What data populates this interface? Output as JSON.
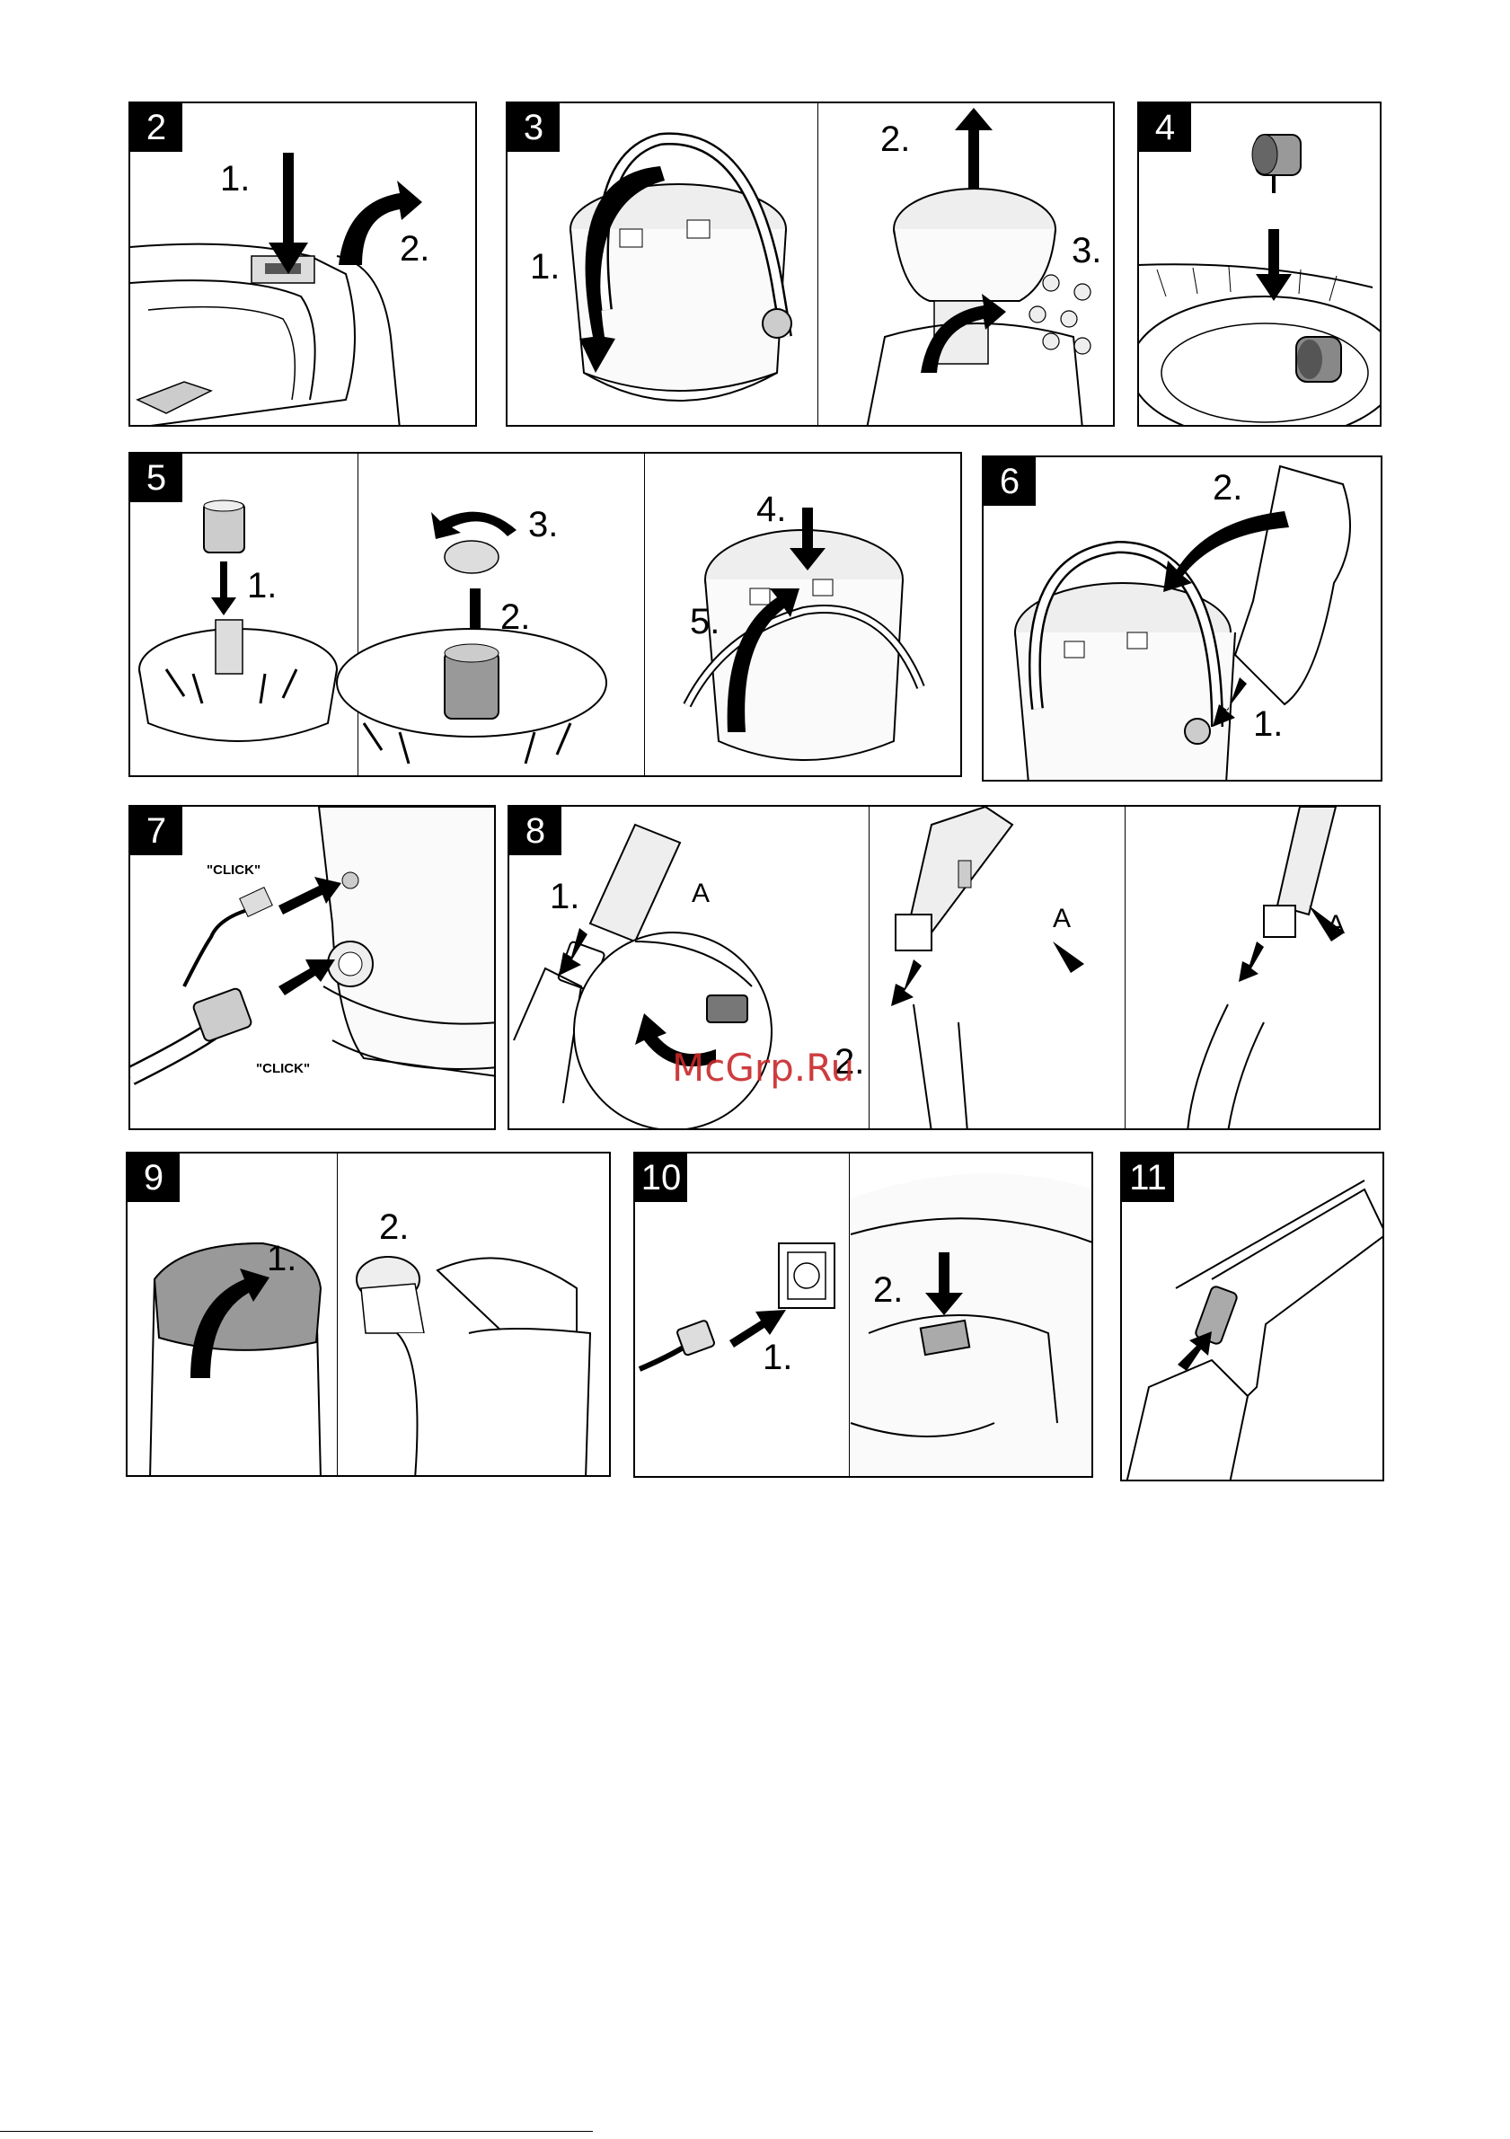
{
  "panels": [
    {
      "number": "2",
      "labels": [
        "1.",
        "2."
      ]
    },
    {
      "number": "3",
      "labels": [
        "1.",
        "2.",
        "3."
      ]
    },
    {
      "number": "4",
      "labels": []
    },
    {
      "number": "5",
      "labels": [
        "1.",
        "3.",
        "2.",
        "4.",
        "5."
      ]
    },
    {
      "number": "6",
      "labels": [
        "2.",
        "1."
      ]
    },
    {
      "number": "7",
      "labels": [],
      "click_texts": [
        "\"CLICK\"",
        "\"CLICK\""
      ]
    },
    {
      "number": "8",
      "labels": [
        "1.",
        "A",
        "2.",
        "A",
        "A"
      ]
    },
    {
      "number": "9",
      "labels": [
        "1.",
        "2."
      ]
    },
    {
      "number": "10",
      "labels": [
        "2.",
        "1."
      ]
    },
    {
      "number": "11",
      "labels": []
    }
  ],
  "watermark": "McGrp.Ru"
}
